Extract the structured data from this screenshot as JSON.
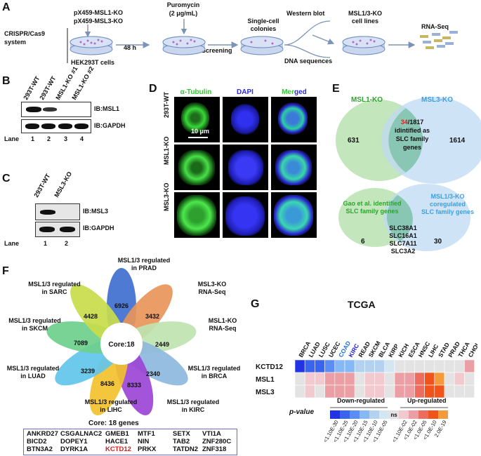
{
  "panelA": {
    "label": "A",
    "crispr": "CRISPR/Cas9\nsystem",
    "plasmid1": "pX459-MSL1-KO",
    "plasmid2": "pX459-MSL3-KO",
    "cells": "HEK293T cells",
    "time": "48 h",
    "puro": "Puromycin",
    "puro_conc": "(2 μg/mL)",
    "screening": "Screening",
    "single": "Single-cell\ncolonies",
    "western": "Western blot",
    "dna": "DNA sequences",
    "ko_lines": "MSL1/3-KO\ncell lines",
    "rnaseq": "RNA-Seq"
  },
  "panelB": {
    "label": "B",
    "lanes": [
      "293T-WT",
      "293T-WT",
      "MSL1-KO #1",
      "MSL1-KO #2"
    ],
    "ib1": "IB:MSL1",
    "ib2": "IB:GAPDH",
    "lane_label": "Lane",
    "lane_nums": [
      "1",
      "2",
      "3",
      "4"
    ]
  },
  "panelC": {
    "label": "C",
    "lanes": [
      "293T-WT",
      "MSL3-KO"
    ],
    "ib1": "IB:MSL3",
    "ib2": "IB:GAPDH",
    "lane_label": "Lane",
    "lane_nums": [
      "1",
      "2"
    ]
  },
  "panelD": {
    "label": "D",
    "col1": "α-Tubulin",
    "col2": "DAPI",
    "col3_a": "Mer",
    "col3_b": "ged",
    "rows": [
      "293T-WT",
      "MSL1-KO",
      "MSL3-KO"
    ],
    "scale": "10 μm"
  },
  "panelE": {
    "label": "E",
    "v1_left": "MSL1-KO",
    "v1_right": "MSL3-KO",
    "v1_left_n": "631",
    "v1_right_n": "1614",
    "v1_mid_red": "34",
    "v1_mid_rest": "/1817",
    "v1_mid_l2": "idintified as",
    "v1_mid_l3": "SLC family",
    "v1_mid_l4": "genes",
    "v2_left": [
      "Gao et al. identified",
      "SLC family genes"
    ],
    "v2_right": [
      "MSL1/3-KO",
      "coregulated",
      "SLC family genes"
    ],
    "v2_left_n": "6",
    "v2_right_n": "30",
    "v2_mid": [
      "SLC38A1",
      "SLC16A1",
      "SLC7A11",
      "SLC3A2"
    ]
  },
  "panelF": {
    "label": "F",
    "core": "Core:18",
    "petals": [
      {
        "name": "MSL1/3 regulated\nin PRAD",
        "n": "6926",
        "color": "#3f6fcf"
      },
      {
        "name": "MSL3-KO\nRNA-Seq",
        "n": "3432",
        "color": "#e8955a"
      },
      {
        "name": "MSL1-KO\nRNA-Seq",
        "n": "2449",
        "color": "#bfe3b0"
      },
      {
        "name": "MSL1/3 regulated\nin BRCA",
        "n": "2340",
        "color": "#8db8dd"
      },
      {
        "name": "MSL1/3 regulated\nin KIRC",
        "n": "8333",
        "color": "#9b45d6"
      },
      {
        "name": "MSL1/3 regulated\nin LIHC",
        "n": "8436",
        "color": "#f2c12e"
      },
      {
        "name": "MSL1/3 regulated\nin LUAD",
        "n": "3239",
        "color": "#62c6ec"
      },
      {
        "name": "MSL1/3 regulated\nin SKCM",
        "n": "7089",
        "color": "#6dcf8c"
      },
      {
        "name": "MSL1/3 regulated\nin SARC",
        "n": "4428",
        "color": "#c9dc4a"
      }
    ],
    "core_title": "Core: 18 genes",
    "genes": [
      [
        "ANKRD27",
        "CSGALNAC2",
        "GMEB1",
        "MTF1",
        "SETX",
        "VTI1A"
      ],
      [
        "BICD2",
        "DOPEY1",
        "HACE1",
        "NIN",
        "TAB2",
        "ZNF280C"
      ],
      [
        "BTN3A2",
        "DYRK1A",
        "KCTD12",
        "PRKX",
        "TATDN2",
        "ZNF318"
      ]
    ],
    "highlight_gene": "KCTD12"
  },
  "panelG": {
    "label": "G",
    "title": "TCGA",
    "pvalue_label": "p-value",
    "down": "Down-regulated",
    "up": "Up-regulated",
    "ns": "ns",
    "legend_ticks": [
      "<1.10E-30",
      "<1.10E-25",
      "<1.10E-20",
      "<1.10E-15",
      "<1.10E-10",
      "<1.10E-05",
      "<1.10E-02",
      "<1.0E-02",
      "<1.0E-05",
      "<1.0E-10",
      "2.0E-19"
    ],
    "colors": {
      "d5": "#2233e6",
      "d4": "#3a63ee",
      "d3": "#5a8ef5",
      "d2": "#85b8f5",
      "d1": "#b4d2f0",
      "d0": "#d5e6f3",
      "ns": "#e3e3e3",
      "u1": "#f2c9cf",
      "u2": "#eb9ea3",
      "u3": "#ec6d5d",
      "u4": "#f0541a",
      "u5": "#f59a3a"
    },
    "legend_keys": [
      "d5",
      "d4",
      "d3",
      "d2",
      "d1",
      "d0",
      "ns",
      "u1",
      "u2",
      "u3",
      "u4",
      "u5"
    ]
  },
  "chart_data": {
    "type": "heatmap",
    "title": "TCGA",
    "columns": [
      "BRCA",
      "LUAD",
      "LUSC",
      "UCEC",
      "COAD",
      "KIRC",
      "READ",
      "SKCM",
      "BLCA",
      "KIRP",
      "KICH",
      "ESCA",
      "HNSC",
      "LIHC",
      "STAD",
      "PRAD",
      "THCA",
      "CHOL"
    ],
    "column_colors": {
      "COAD": "#1d6fe0",
      "KIRC": "#1d1dc8"
    },
    "rows": [
      {
        "name": "KCTD12",
        "values": [
          "d5",
          "d4",
          "d4",
          "d3",
          "d2",
          "d2",
          "d1",
          "d1",
          "d1",
          "d0",
          "ns",
          "ns",
          "ns",
          "ns",
          "ns",
          "ns",
          "ns",
          "u2"
        ]
      },
      {
        "name": "MSL1",
        "values": [
          "ns",
          "u1",
          "u1",
          "u2",
          "u2",
          "u2",
          "ns",
          "u1",
          "u1",
          "ns",
          "u2",
          "u2",
          "u3",
          "u4",
          "u5",
          "ns",
          "u1",
          "ns"
        ]
      },
      {
        "name": "MSL3",
        "values": [
          "ns",
          "u1",
          "ns",
          "u2",
          "u2",
          "u2",
          "ns",
          "u1",
          "u1",
          "ns",
          "u2",
          "u2",
          "u3",
          "u4",
          "u4",
          "ns",
          "ns",
          "ns"
        ]
      }
    ],
    "legend": [
      "Down-regulated",
      "Up-regulated"
    ]
  }
}
